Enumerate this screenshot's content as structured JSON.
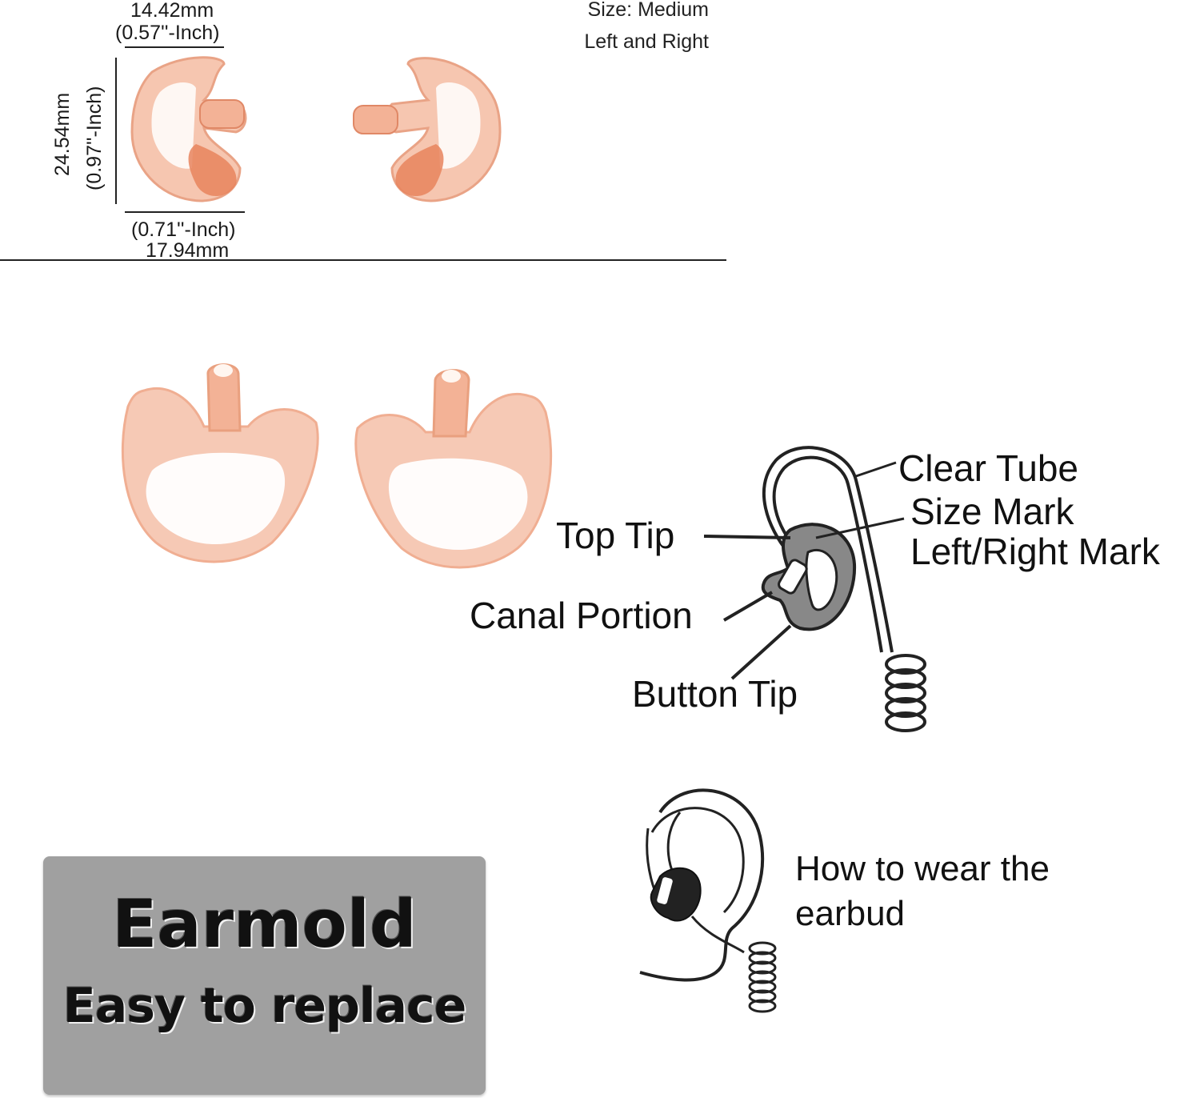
{
  "dimensions": {
    "top_mm": "14.42mm",
    "top_inch": "(0.57''-Inch)",
    "side_mm": "24.54mm",
    "side_inch": "(0.97''-Inch)",
    "bottom_inch": "(0.71''-Inch)",
    "bottom_mm": "17.94mm"
  },
  "size_info": {
    "size": "Size: Medium",
    "sides": "Left and Right"
  },
  "diagram": {
    "clear_tube": "Clear Tube",
    "size_mark": "Size Mark",
    "left_right_mark": "Left/Right Mark",
    "top_tip": "Top Tip",
    "canal_portion": "Canal Portion",
    "button_tip": "Button Tip"
  },
  "wear": {
    "line1": "How to wear the",
    "line2": "earbud"
  },
  "badge": {
    "title": "Earmold",
    "subtitle": "Easy to replace"
  },
  "colors": {
    "earmold": "#f2a98c",
    "earmold_dark": "#e0784f",
    "badge_bg": "#a0a0a0"
  }
}
